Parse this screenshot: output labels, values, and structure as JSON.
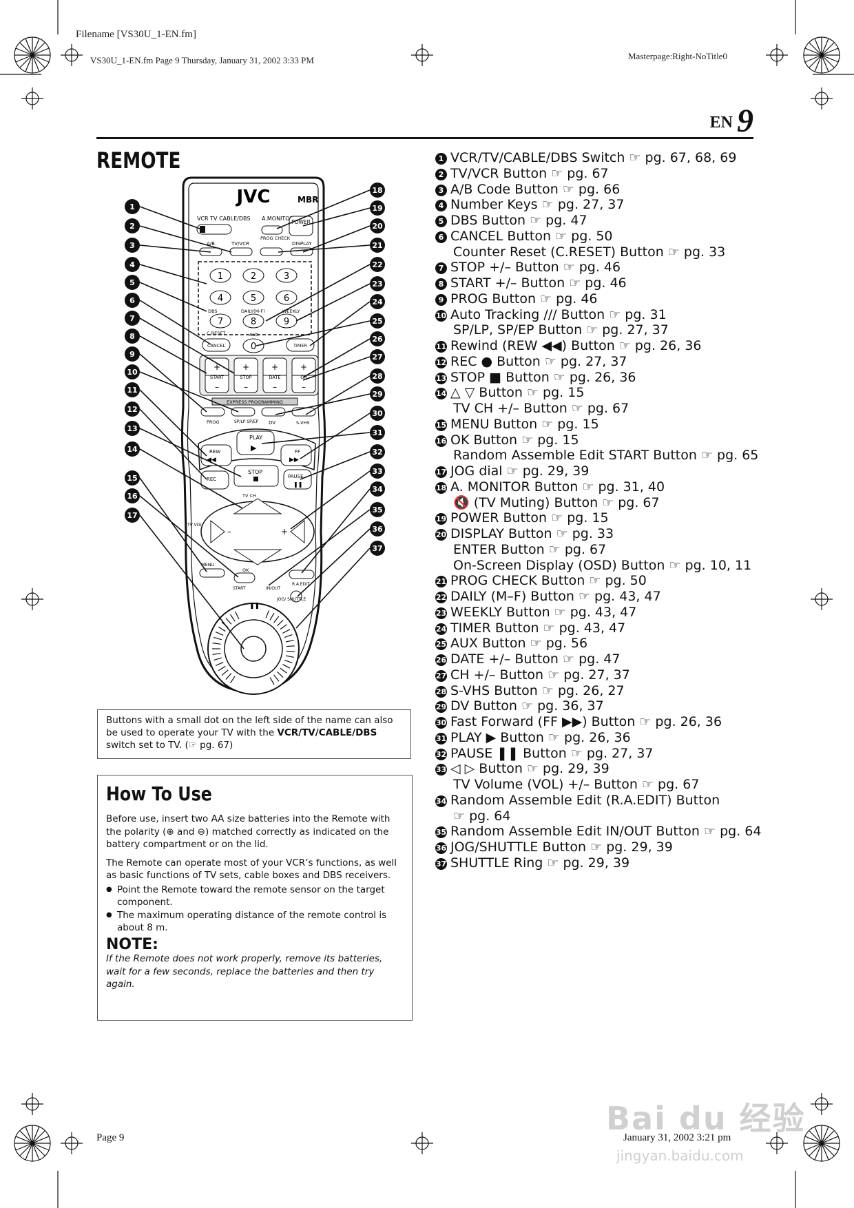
{
  "header": {
    "filename": "Filename [VS30U_1-EN.fm]",
    "fileinfo": "VS30U_1-EN.fm  Page 9  Thursday, January 31, 2002  3:33 PM",
    "masterpage": "Masterpage:Right-NoTitle0"
  },
  "page_number": {
    "lang": "EN",
    "num": "9"
  },
  "section_title": "REMOTE",
  "remote": {
    "brand": "JVC",
    "sub_brand": "MBR",
    "labels": {
      "vcr_tv": "VCR  TV CABLE/DBS",
      "amonitor": "A.MONITOR",
      "power": "POWER",
      "ab": "A/B",
      "tvvcr": "TV/VCR",
      "progcheck": "PROG CHECK",
      "display": "DISPLAY",
      "dbs": "DBS",
      "daily": "DAILY(M-F)",
      "weekly": "WEEKLY",
      "creset": "C.RESET",
      "aux": "AUX",
      "cancel": "CANCEL",
      "timer": "TIMER",
      "start": "START",
      "stop": "STOP",
      "date": "DATE",
      "ch": "CH",
      "express": "EXPRESS PROGRAMMING",
      "prog": "PROG",
      "splp": "SP/LP SP/EP",
      "dv": "DV",
      "svhs": "S-VHS",
      "rew": "REW",
      "play": "PLAY",
      "ff": "FF",
      "rec": "REC",
      "stopb": "STOP",
      "pause": "PAUSE",
      "tvch": "TV CH",
      "tvvol": "TV VOL",
      "menu": "MENU",
      "ok": "OK",
      "raedit": "R.A.EDIT",
      "startin": "START",
      "inout": "IN/OUT",
      "jog": "JOG/ SHUTTLE"
    },
    "keys": [
      "1",
      "2",
      "3",
      "4",
      "5",
      "6",
      "7",
      "8",
      "9",
      "0"
    ],
    "callouts_left": [
      "1",
      "2",
      "3",
      "4",
      "5",
      "6",
      "7",
      "8",
      "9",
      "10",
      "11",
      "12",
      "13",
      "14",
      "15",
      "16",
      "17"
    ],
    "callouts_right": [
      "18",
      "19",
      "20",
      "21",
      "22",
      "23",
      "24",
      "25",
      "26",
      "27",
      "28",
      "29",
      "30",
      "31",
      "32",
      "33",
      "34",
      "35",
      "36",
      "37"
    ]
  },
  "info_box": {
    "text_pre": "Buttons with a small dot on the left side of the name can also be used to operate your TV with the ",
    "text_bold": "VCR/TV/CABLE/DBS",
    "text_post": " switch set to TV. (☞ pg. 67)"
  },
  "howto": {
    "title": "How To Use",
    "p1": "Before use, insert two AA size batteries into the Remote with the polarity (⊕ and ⊖) matched correctly as indicated on the battery compartment or on the lid.",
    "p2": "The Remote can operate most of your VCR’s functions, as well as basic functions of TV sets, cable boxes and DBS receivers.",
    "bullets": [
      "Point the Remote toward the remote sensor on the target component.",
      "The maximum operating distance of the remote control is about 8 m."
    ],
    "note_title": "NOTE:",
    "note_text": "If the Remote does not work properly, remove its batteries, wait for a few seconds, replace the batteries and then try again."
  },
  "items": [
    {
      "n": "1",
      "t": "VCR/TV/CABLE/DBS Switch ☞ pg. 67, 68, 69"
    },
    {
      "n": "2",
      "t": "TV/VCR Button ☞ pg. 67"
    },
    {
      "n": "3",
      "t": "A/B Code Button ☞ pg. 66"
    },
    {
      "n": "4",
      "t": "Number Keys ☞ pg. 27, 37"
    },
    {
      "n": "5",
      "t": "DBS Button ☞ pg. 47"
    },
    {
      "n": "6",
      "t": "CANCEL Button ☞ pg. 50"
    },
    {
      "n": "",
      "t": "Counter Reset (C.RESET) Button ☞ pg. 33"
    },
    {
      "n": "7",
      "t": "STOP +/– Button ☞ pg. 46"
    },
    {
      "n": "8",
      "t": "START +/– Button ☞ pg. 46"
    },
    {
      "n": "9",
      "t": "PROG Button ☞ pg. 46"
    },
    {
      "n": "10",
      "t": "Auto Tracking /// Button ☞ pg. 31"
    },
    {
      "n": "",
      "t": "SP/LP, SP/EP Button ☞ pg. 27, 37"
    },
    {
      "n": "11",
      "t": "Rewind (REW ◀◀) Button ☞ pg. 26, 36"
    },
    {
      "n": "12",
      "t": "REC ● Button ☞ pg. 27, 37"
    },
    {
      "n": "13",
      "t": "STOP ■ Button ☞ pg. 26, 36"
    },
    {
      "n": "14",
      "t": "△ ▽ Button ☞ pg. 15"
    },
    {
      "n": "",
      "t": "TV CH +/– Button ☞ pg. 67"
    },
    {
      "n": "15",
      "t": "MENU Button ☞ pg. 15"
    },
    {
      "n": "16",
      "t": "OK Button ☞ pg. 15"
    },
    {
      "n": "",
      "t": "Random Assemble Edit START Button ☞ pg. 65"
    },
    {
      "n": "17",
      "t": "JOG dial ☞ pg. 29, 39"
    },
    {
      "n": "18",
      "t": "A. MONITOR Button ☞ pg. 31, 40"
    },
    {
      "n": "",
      "t": "🔇 (TV Muting) Button ☞ pg. 67"
    },
    {
      "n": "19",
      "t": "POWER Button ☞ pg. 15"
    },
    {
      "n": "20",
      "t": "DISPLAY Button ☞ pg. 33"
    },
    {
      "n": "",
      "t": "ENTER Button ☞ pg. 67"
    },
    {
      "n": "",
      "t": "On-Screen Display (OSD) Button ☞ pg. 10, 11"
    },
    {
      "n": "21",
      "t": "PROG CHECK Button ☞ pg. 50"
    },
    {
      "n": "22",
      "t": "DAILY (M–F) Button ☞ pg. 43, 47"
    },
    {
      "n": "23",
      "t": "WEEKLY Button ☞ pg. 43, 47"
    },
    {
      "n": "24",
      "t": "TIMER Button ☞ pg. 43, 47"
    },
    {
      "n": "25",
      "t": "AUX Button ☞ pg. 56"
    },
    {
      "n": "26",
      "t": "DATE +/– Button ☞ pg. 47"
    },
    {
      "n": "27",
      "t": "CH +/– Button ☞ pg. 27, 37"
    },
    {
      "n": "28",
      "t": "S-VHS Button ☞ pg. 26, 27"
    },
    {
      "n": "29",
      "t": "DV Button ☞ pg. 36, 37"
    },
    {
      "n": "30",
      "t": "Fast Forward (FF ▶▶) Button ☞ pg. 26, 36"
    },
    {
      "n": "31",
      "t": "PLAY ▶ Button ☞ pg. 26, 36"
    },
    {
      "n": "32",
      "t": "PAUSE ❚❚ Button ☞ pg. 27, 37"
    },
    {
      "n": "33",
      "t": "◁ ▷ Button ☞ pg. 29, 39"
    },
    {
      "n": "",
      "t": "TV Volume (VOL) +/– Button ☞ pg. 67"
    },
    {
      "n": "34",
      "t": "Random Assemble Edit (R.A.EDIT) Button"
    },
    {
      "n": "",
      "t": "☞ pg. 64"
    },
    {
      "n": "35",
      "t": "Random Assemble Edit IN/OUT Button ☞ pg. 64"
    },
    {
      "n": "36",
      "t": "JOG/SHUTTLE Button ☞ pg. 29, 39"
    },
    {
      "n": "37",
      "t": "SHUTTLE Ring ☞ pg. 29, 39"
    }
  ],
  "footer": {
    "page": "Page 9",
    "date": "January 31, 2002 3:21 pm"
  },
  "watermark": {
    "main": "Bai du 经验",
    "url": "jingyan.baidu.com"
  }
}
